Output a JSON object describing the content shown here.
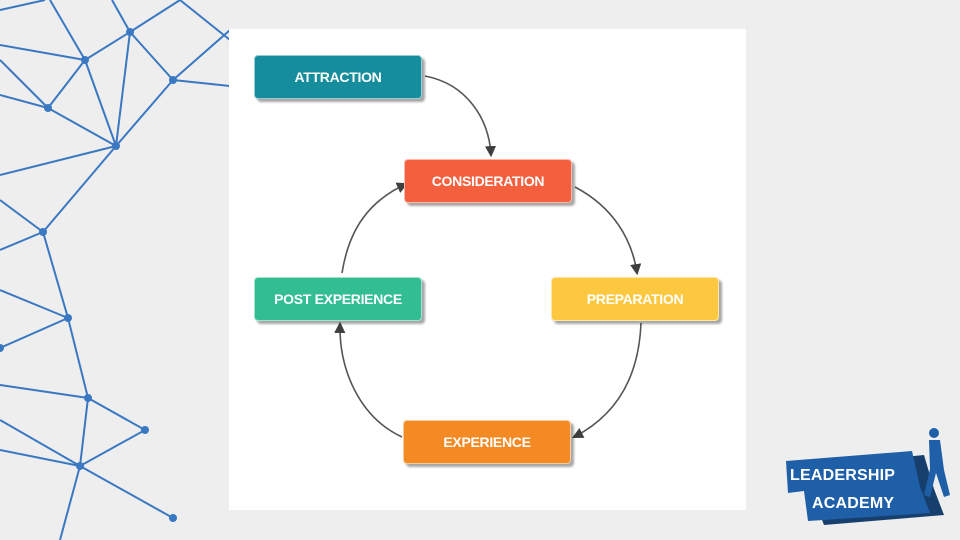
{
  "diagram": {
    "nodes": [
      {
        "id": "attraction",
        "label": "ATTRACTION",
        "color": "#158d9c"
      },
      {
        "id": "consideration",
        "label": "CONSIDERATION",
        "color": "#f4603e"
      },
      {
        "id": "preparation",
        "label": "PREPARATION",
        "color": "#fcc840"
      },
      {
        "id": "experience",
        "label": "EXPERIENCE",
        "color": "#f48a24"
      },
      {
        "id": "post_experience",
        "label": "POST EXPERIENCE",
        "color": "#32be92"
      }
    ],
    "edges": [
      {
        "from": "attraction",
        "to": "consideration"
      },
      {
        "from": "consideration",
        "to": "preparation"
      },
      {
        "from": "preparation",
        "to": "experience"
      },
      {
        "from": "experience",
        "to": "post_experience"
      },
      {
        "from": "post_experience",
        "to": "consideration"
      }
    ]
  },
  "logo": {
    "line1": "LEADERSHIP",
    "line2": "ACADEMY",
    "color": "#1f5fa8",
    "shadow_color": "#173f6e"
  },
  "decor": {
    "network_color": "#3a78c2"
  }
}
